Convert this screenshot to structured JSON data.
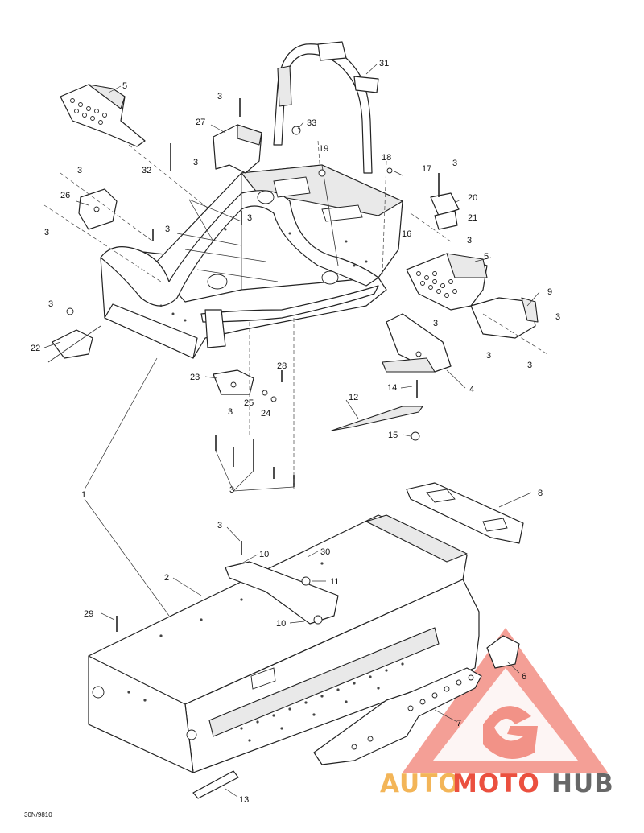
{
  "diagram": {
    "callouts": [
      "1",
      "2",
      "3",
      "4",
      "5",
      "6",
      "7",
      "8",
      "9",
      "10",
      "11",
      "12",
      "13",
      "14",
      "15",
      "16",
      "17",
      "18",
      "19",
      "20",
      "21",
      "22",
      "23",
      "24",
      "25",
      "26",
      "27",
      "28",
      "29",
      "30",
      "31",
      "32",
      "33"
    ],
    "figure_code": "30N/9810"
  },
  "watermark": {
    "brand_part1": "AUTO",
    "brand_part2": "MOTO",
    "brand_part3": "HUB",
    "color_red": "#e8321e",
    "color_orange": "#f2a93b",
    "color_grey": "#4d4d4d"
  }
}
